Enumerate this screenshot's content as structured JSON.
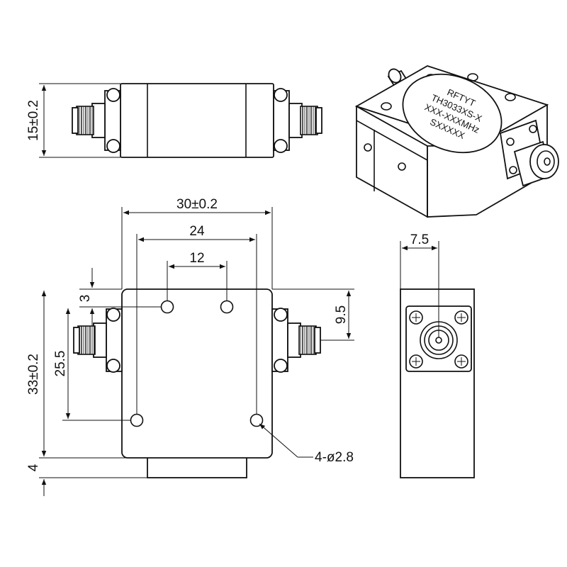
{
  "label": {
    "brand": "RFTYT",
    "model": "TH3033XS-X",
    "frequency": "XXX-XXXMHz",
    "serial": "SXXXXX"
  },
  "dimensions": {
    "height_side": "15±0.2",
    "width_total": "30±0.2",
    "hole_spacing_outer": "24",
    "hole_spacing_inner": "12",
    "hole_offset_top": "3",
    "length_total": "33±0.2",
    "hole_spacing_vertical": "25.5",
    "base_step": "4",
    "connector_offset": "9.5",
    "end_view_offset": "7.5",
    "holes": "4-ø2.8"
  }
}
